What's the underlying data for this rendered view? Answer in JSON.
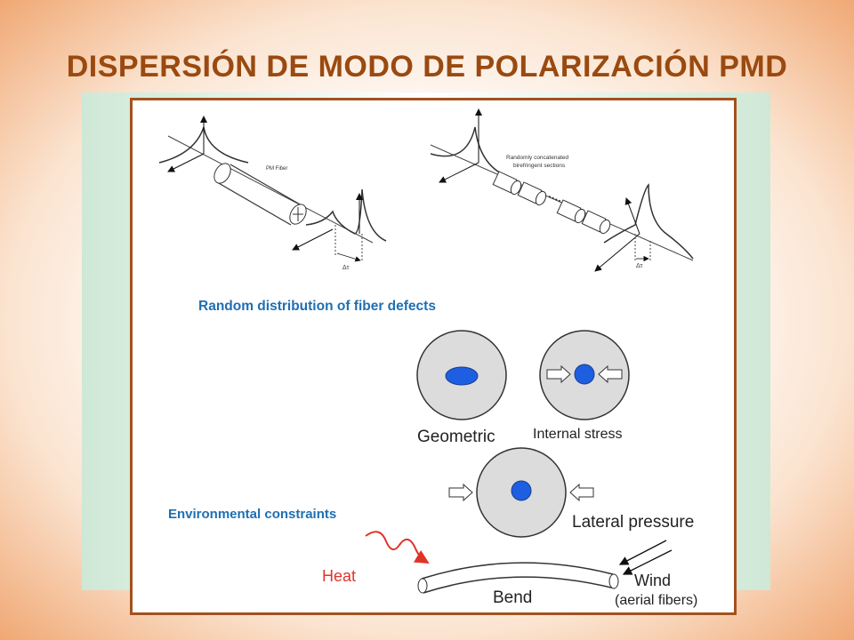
{
  "title": "DISPERSIÓN DE MODO DE POLARIZACIÓN PMD",
  "diagram": {
    "pm_fiber_label": "PM Fiber",
    "delta_tau_left": "Δτ",
    "concat_label_line1": "Randomly concatenated",
    "concat_label_line2": "birefringent sections",
    "delta_tau_right": "Δτ",
    "random_defects_heading": "Random distribution of fiber defects",
    "geometric_label": "Geometric",
    "internal_stress_label": "Internal stress",
    "lateral_pressure_label": "Lateral pressure",
    "environmental_heading": "Environmental constraints",
    "heat_label": "Heat",
    "bend_label": "Bend",
    "wind_label": "Wind",
    "aerial_label": "(aerial fibers)"
  },
  "colors": {
    "title": "#9a4a10",
    "panel_border": "#a3511c",
    "heading_blue": "#1f6fb3",
    "core_blue": "#1d5fe0",
    "heat_red": "#e0342a"
  }
}
